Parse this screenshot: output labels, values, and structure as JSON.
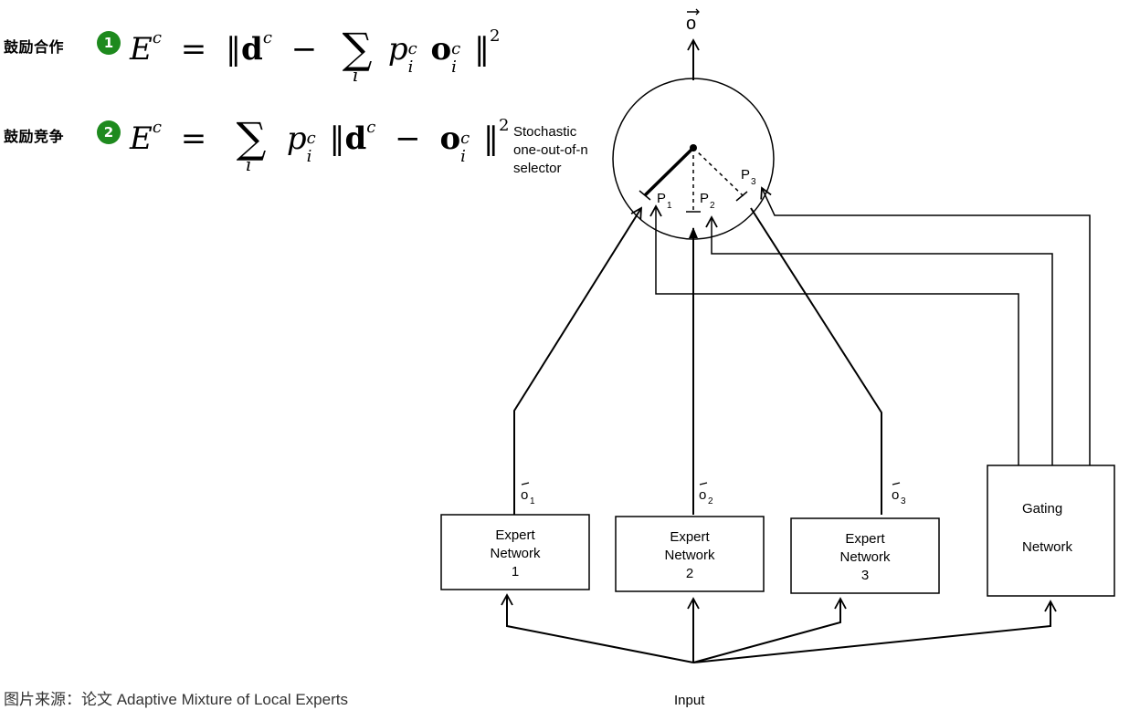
{
  "formulas": [
    {
      "label": "鼓励合作",
      "badge": "1"
    },
    {
      "label": "鼓励竞争",
      "badge": "2"
    }
  ],
  "caption": "图片来源：论文 Adaptive Mixture of Local Experts",
  "diagram": {
    "output_label": "o",
    "selector_label_lines": [
      "Stochastic",
      "one-out-of-n",
      "selector"
    ],
    "probabilities": [
      "P",
      "P",
      "P"
    ],
    "probability_subs": [
      "1",
      "2",
      "3"
    ],
    "expert_outputs": [
      "o",
      "o",
      "o"
    ],
    "expert_output_subs": [
      "1",
      "2",
      "3"
    ],
    "experts": [
      {
        "line1": "Expert",
        "line2": "Network",
        "line3": "1"
      },
      {
        "line1": "Expert",
        "line2": "Network",
        "line3": "2"
      },
      {
        "line1": "Expert",
        "line2": "Network",
        "line3": "3"
      }
    ],
    "gating": {
      "line1": "Gating",
      "line2": "Network"
    },
    "input_label": "Input"
  }
}
